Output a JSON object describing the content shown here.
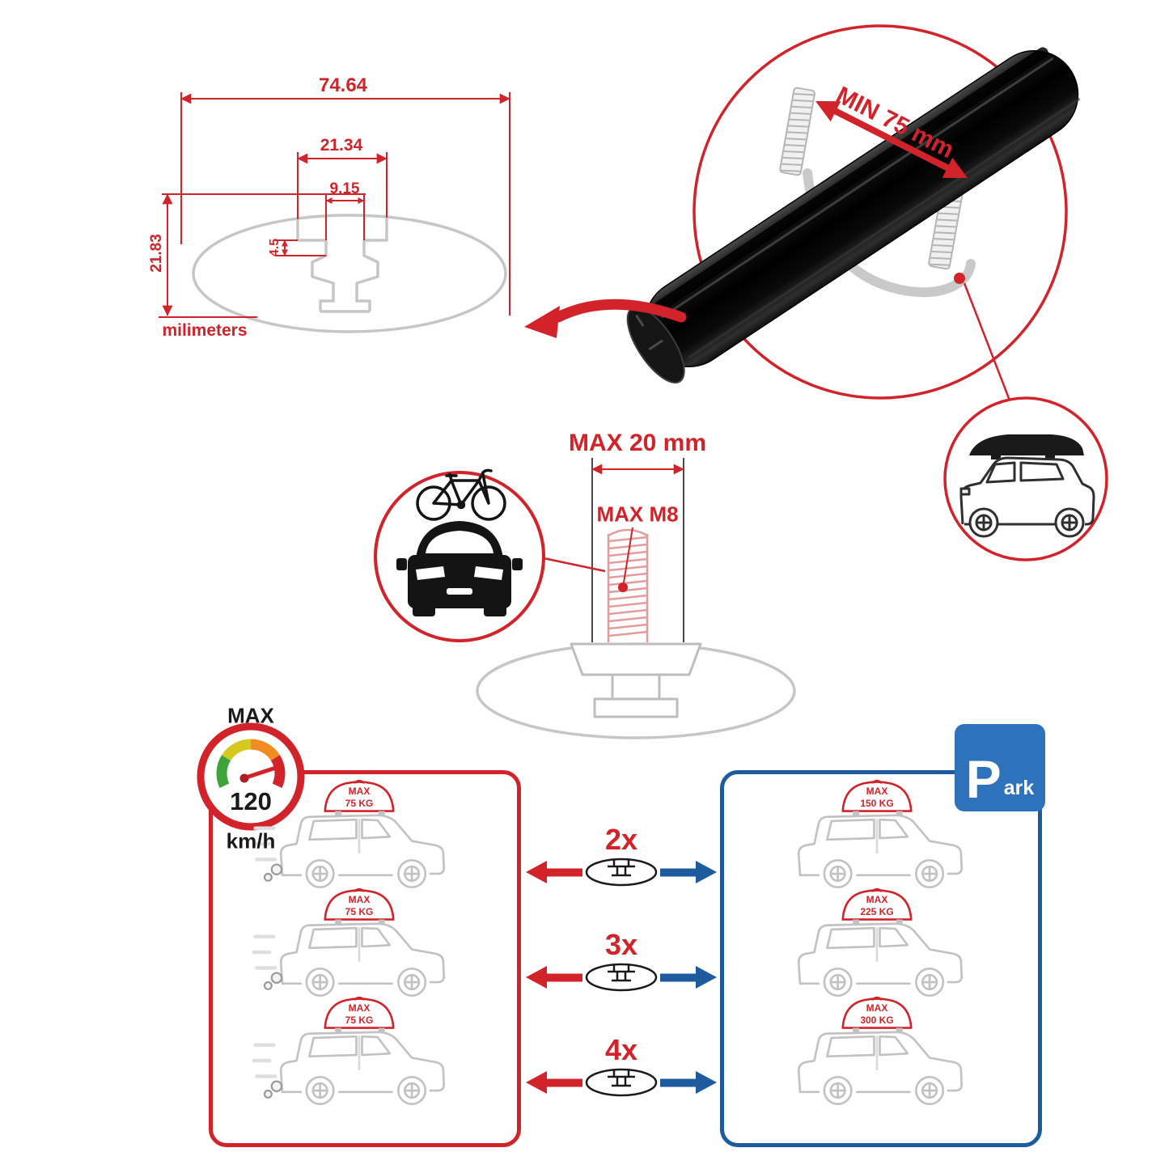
{
  "colors": {
    "red": "#d2232a",
    "panel_blue": "#1d5a9e",
    "sign_blue": "#2e72bc",
    "line_gray": "#c6c6c6",
    "bar_black": "#0a0a0a"
  },
  "profile_dimensions": {
    "total_width": "74.64",
    "channel_width": "21.34",
    "slot_width": "9.15",
    "slot_depth": "4.5",
    "total_height": "21.83",
    "units_label": "milimeters"
  },
  "clearance": {
    "min_label": "MIN 75 mm"
  },
  "bolt": {
    "max_length_label": "MAX 20 mm",
    "max_thread_label": "MAX M8"
  },
  "speed_limit": {
    "title": "MAX",
    "value": "120",
    "units": "km/h"
  },
  "parking_sign": {
    "letter": "P",
    "suffix": "ark"
  },
  "capacity": {
    "multipliers": [
      "2x",
      "3x",
      "4x"
    ],
    "driving": [
      {
        "line1": "MAX",
        "line2": "75 KG"
      },
      {
        "line1": "MAX",
        "line2": "75 KG"
      },
      {
        "line1": "MAX",
        "line2": "75 KG"
      }
    ],
    "parked": [
      {
        "line1": "MAX",
        "line2": "150 KG"
      },
      {
        "line1": "MAX",
        "line2": "225 KG"
      },
      {
        "line1": "MAX",
        "line2": "300 KG"
      }
    ]
  }
}
